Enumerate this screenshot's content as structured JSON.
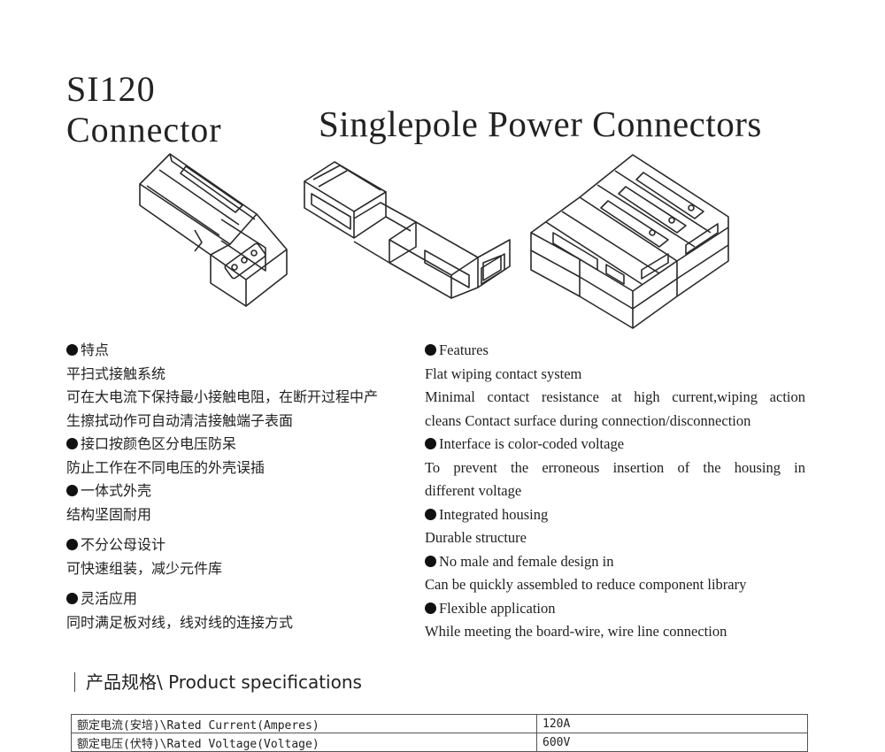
{
  "header": {
    "model_line1": "SI120",
    "model_line2": "Connector",
    "subtitle": "Singlepole Power Connectors"
  },
  "images": [
    {
      "name": "single-connector-image"
    },
    {
      "name": "mated-pair-image"
    },
    {
      "name": "connector-array-image"
    }
  ],
  "features_cn": {
    "lines": [
      {
        "bullet": true,
        "text": "特点"
      },
      {
        "bullet": false,
        "text": "平扫式接触系统"
      },
      {
        "bullet": false,
        "text": "可在大电流下保持最小接触电阻，在断开过程中产"
      },
      {
        "bullet": false,
        "text": "生擦拭动作可自动清洁接触端子表面"
      },
      {
        "bullet": true,
        "text": "接口按颜色区分电压防呆"
      },
      {
        "bullet": false,
        "text": "防止工作在不同电压的外壳误插"
      },
      {
        "bullet": true,
        "text": "一体式外壳"
      },
      {
        "bullet": false,
        "text": "结构坚固耐用"
      },
      {
        "bullet": true,
        "text": "不分公母设计"
      },
      {
        "bullet": false,
        "text": "可快速组装，减少元件库"
      },
      {
        "bullet": true,
        "text": "灵活应用"
      },
      {
        "bullet": false,
        "text": "同时满足板对线，线对线的连接方式"
      }
    ]
  },
  "features_en": {
    "lines": [
      {
        "bullet": true,
        "text": "Features"
      },
      {
        "bullet": false,
        "text": "Flat wiping contact system"
      },
      {
        "bullet": false,
        "text": "Minimal contact resistance at high current,wiping action"
      },
      {
        "bullet": false,
        "text": "cleans Contact surface during connection/disconnection"
      },
      {
        "bullet": true,
        "text": "Interface is color-coded voltage"
      },
      {
        "bullet": false,
        "text": "To prevent the erroneous insertion of the housing in"
      },
      {
        "bullet": false,
        "text": "different voltage"
      },
      {
        "bullet": true,
        "text": "Integrated housing"
      },
      {
        "bullet": false,
        "text": "Durable structure"
      },
      {
        "bullet": true,
        "text": "No male and female design in"
      },
      {
        "bullet": false,
        "text": "Can be quickly assembled to reduce component library"
      },
      {
        "bullet": true,
        "text": "Flexible application"
      },
      {
        "bullet": false,
        "text": "While meeting the board-wire, wire line connection"
      }
    ]
  },
  "specs": {
    "heading": "产品规格\\ Product specifications",
    "rows": [
      {
        "label": "额定电流(安培)\\Rated Current(Amperes)",
        "value": "120A"
      },
      {
        "label": "额定电压(伏特)\\Rated Voltage(Voltage)",
        "value": "600V"
      }
    ]
  }
}
